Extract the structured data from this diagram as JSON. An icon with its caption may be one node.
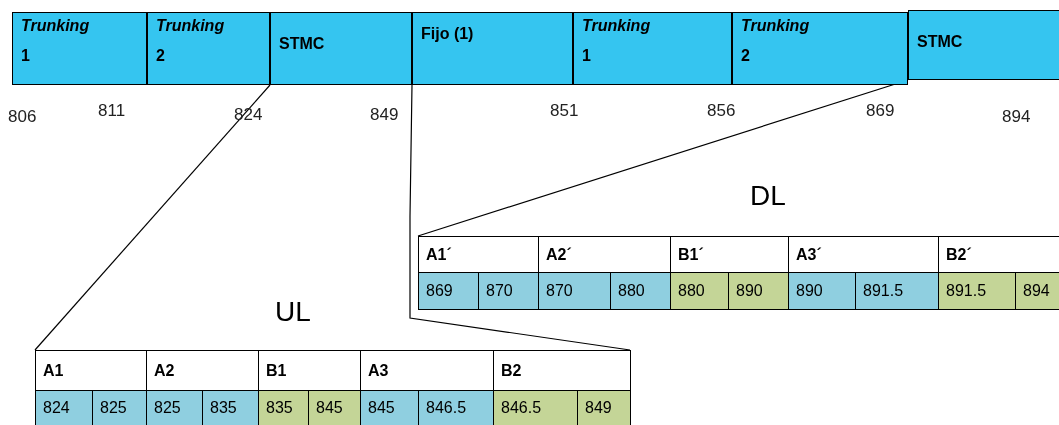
{
  "diagram": {
    "nodes": [
      {
        "text": [
          "Trunking",
          "1"
        ]
      },
      {
        "text": [
          "Trunking",
          "2"
        ]
      },
      {
        "text": [
          "STMC"
        ]
      },
      {
        "text": [
          "Fijo (1)"
        ]
      },
      {
        "text": [
          "Trunking",
          "1"
        ]
      },
      {
        "text": [
          "Trunking",
          "2"
        ]
      },
      {
        "text": [
          "STMC"
        ]
      },
      {
        "text": [
          "DL"
        ]
      },
      {
        "text": [
          "UL"
        ]
      }
    ],
    "edges": [
      {
        "from": 6,
        "to": 7,
        "arrow": "none"
      },
      {
        "from": 2,
        "to": 8,
        "arrow": "none"
      },
      {
        "from": 3,
        "to": 8,
        "arrow": "none"
      }
    ],
    "labels": [
      "806",
      "811",
      "824",
      "849",
      "851",
      "856",
      "869",
      "894",
      "A1´",
      "A2´",
      "B1´",
      "A3´",
      "B2´",
      "869",
      "870",
      "870",
      "880",
      "880",
      "890",
      "890",
      "891.5",
      "891.5",
      "894",
      "A1",
      "A2",
      "B1",
      "A3",
      "B2",
      "824",
      "825",
      "825",
      "835",
      "835",
      "845",
      "845",
      "846.5",
      "846.5",
      "849"
    ]
  }
}
